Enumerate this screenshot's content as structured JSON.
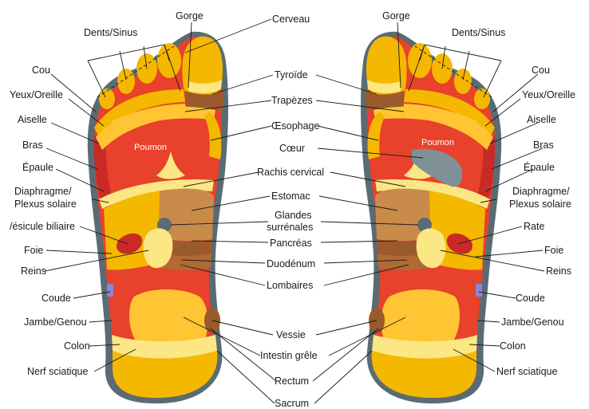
{
  "labels": {
    "gorge": "Gorge",
    "dents_sinus": "Dents/Sinus",
    "cerveau": "Cerveau",
    "cou": "Cou",
    "yeux_oreille": "Yeux/Oreille",
    "aiselle": "Aiselle",
    "bras": "Bras",
    "epaule": "Épaule",
    "diaphragme_1": "Diaphragme/",
    "diaphragme_2": "Plexus solaire",
    "vesicule": "/ésicule biliaire",
    "rate": "Rate",
    "foie": "Foie",
    "reins": "Reins",
    "coude": "Coude",
    "jambe_genou": "Jambe/Genou",
    "colon": "Colon",
    "nerf_sciatique": "Nerf sciatique",
    "tyroide": "Tyroïde",
    "trapezes": "Trapèzes",
    "oesophage": "Œsophage",
    "coeur": "Cœur",
    "rachis_cervical": "Rachis cervical",
    "estomac": "Estomac",
    "glandes_1": "Glandes",
    "glandes_2": "surrénales",
    "pancreas": "Pancréas",
    "duodenum": "Duodénum",
    "lombaires": "Lombaires",
    "vessie": "Vessie",
    "intestin_grele": "Intestin grêle",
    "rectum": "Rectum",
    "sacrum": "Sacrum",
    "poumon": "Poumon"
  },
  "colors": {
    "outline": "#5a6b73",
    "foot_yellow": "#f5b800",
    "pale_yellow": "#fbe783",
    "red": "#e8412c",
    "dark_red": "#c92a28",
    "brown": "#9a5a2c",
    "tan": "#c98b4a",
    "orange_yellow": "#ffc533",
    "heart_gray": "#7f9097",
    "purple": "#8a86d8"
  }
}
